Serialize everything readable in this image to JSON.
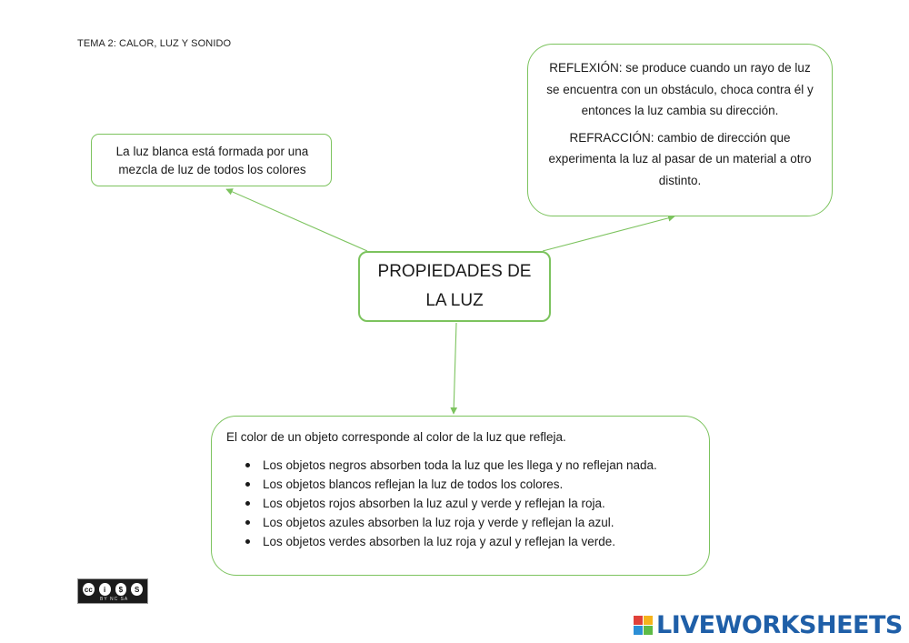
{
  "header": {
    "title": "TEMA 2: CALOR, LUZ Y SONIDO"
  },
  "white_light": {
    "text_line1": "La luz blanca está formada por una",
    "text_line2": "mezcla de luz de todos los colores"
  },
  "reflection_refraction": {
    "reflexion": "REFLEXIÓN: se produce cuando un rayo de luz se encuentra con un obstáculo, choca contra él y entonces la luz cambia su dirección.",
    "refraccion": "REFRACCIÓN: cambio de dirección que experimenta la luz al pasar de un material a otro distinto."
  },
  "center": {
    "title_line1": "PROPIEDADES DE",
    "title_line2": "LA LUZ"
  },
  "object_color": {
    "lead": "El color de un objeto corresponde al color de la luz que refleja.",
    "items": [
      "Los objetos negros absorben toda la luz que les llega y no reflejan nada.",
      "Los objetos blancos reflejan la luz de todos los colores.",
      "Los objetos rojos absorben la luz azul y verde y reflejan la roja.",
      "Los objetos azules absorben la luz roja y verde y reflejan la azul.",
      "Los objetos verdes absorben la luz roja y azul y reflejan la verde."
    ]
  },
  "license": {
    "badge_glyphs": [
      "cc",
      "i",
      "$",
      "S"
    ],
    "caption": "BY  NC  SA"
  },
  "brand": {
    "wordmark": "LIVEWORKSHEETS",
    "mark_colors": [
      "#e0413a",
      "#f5b31b",
      "#2b8fd6",
      "#5dbb46"
    ]
  },
  "colors": {
    "accent_green": "#7cc35e",
    "brand_blue": "#1f5fa8"
  }
}
